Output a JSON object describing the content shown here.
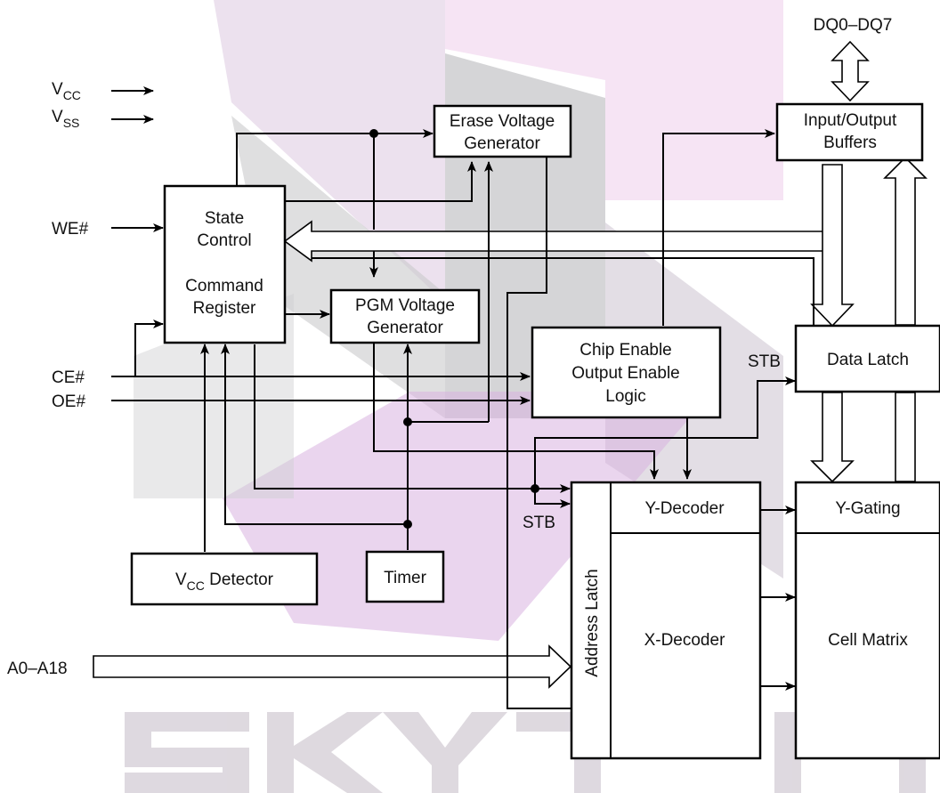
{
  "watermark": {
    "text": "SKYTEAU",
    "colors": {
      "purple": "#d8b4e2",
      "gray": "#c8c8ca",
      "pink": "#f0d4ee",
      "dark": "#555555"
    }
  },
  "blocks": {
    "erase_voltage_generator": [
      "Erase Voltage",
      "Generator"
    ],
    "input_output_buffers": [
      "Input/Output",
      "Buffers"
    ],
    "state_control": [
      "State",
      "Control"
    ],
    "command_register": [
      "Command",
      "Register"
    ],
    "pgm_voltage_generator": [
      "PGM Voltage",
      "Generator"
    ],
    "chip_enable_logic": [
      "Chip Enable",
      "Output Enable",
      "Logic"
    ],
    "data_latch": "Data Latch",
    "y_decoder": "Y-Decoder",
    "y_gating": "Y-Gating",
    "address_latch": "Address Latch",
    "x_decoder": "X-Decoder",
    "cell_matrix": "Cell Matrix",
    "vcc_detector": {
      "main": "V",
      "sub": "CC",
      "rest": " Detector"
    },
    "timer": "Timer"
  },
  "signals": {
    "dq": "DQ0–DQ7",
    "vcc": {
      "main": "V",
      "sub": "CC"
    },
    "vss": {
      "main": "V",
      "sub": "SS"
    },
    "we": "WE#",
    "ce": "CE#",
    "oe": "OE#",
    "a": "A0–A18",
    "stb_upper": "STB",
    "stb_lower": "STB"
  }
}
